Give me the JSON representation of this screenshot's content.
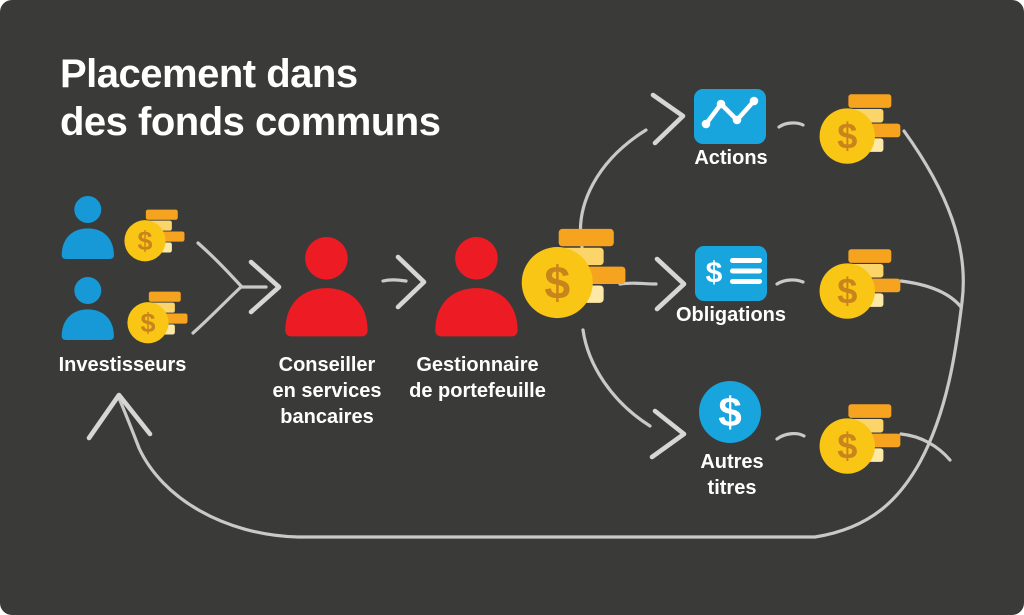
{
  "title": {
    "lines": [
      "Placement dans",
      "des fonds communs"
    ]
  },
  "flow": {
    "investors": {
      "label": "Investisseurs"
    },
    "advisor": {
      "lines": [
        "Conseiller",
        "en services",
        "bancaires"
      ]
    },
    "manager": {
      "lines": [
        "Gestionnaire",
        "de portefeuille"
      ]
    },
    "assets": {
      "actions": {
        "label": "Actions"
      },
      "obligations": {
        "label": "Obligations"
      },
      "other_securities": {
        "lines": [
          "Autres",
          "titres"
        ]
      }
    }
  },
  "symbols": {
    "dollar": "$"
  },
  "icons": {
    "investors": "person-icon",
    "advisor": "person-icon",
    "manager": "person-icon",
    "money": "coin-stack-icon",
    "actions": "line-chart-icon",
    "obligations": "dollar-statement-icon",
    "other_securities": "dollar-circle-icon"
  },
  "colors": {
    "background": "#3a3a39",
    "text": "#ffffff",
    "person_blue": "#1699d6",
    "person_red": "#ed1c24",
    "tile_blue": "#18a4dc",
    "coin_gold": "#f9c615",
    "coin_orange": "#f6a41f",
    "coin_pale": "#fbd56a",
    "coin_pale_light": "#fce9a8",
    "dollar_bronze": "#c9841c",
    "arrow_gray": "#c9c9c9"
  }
}
